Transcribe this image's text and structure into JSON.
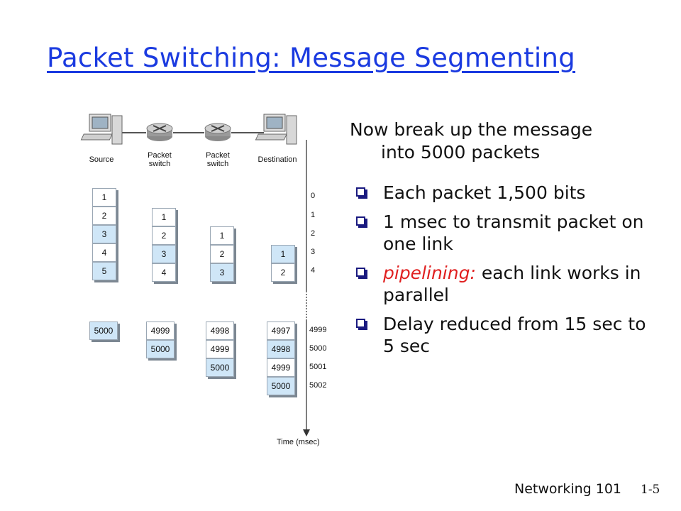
{
  "slide": {
    "title": "Packet Switching: Message Segmenting",
    "intro_line1": "Now break up the message",
    "intro_line2": "into 5000 packets",
    "bullets": [
      "Each packet 1,500 bits",
      "1 msec to transmit packet on one link",
      "each link works in parallel",
      "Delay reduced from 15 sec to 5 sec"
    ],
    "bullet3_emphasis": "pipelining:",
    "footer": "Networking 101",
    "slide_number": "1-5",
    "colors": {
      "title": "#1a3ae0",
      "emphasis": "#e02020",
      "packet_blue": "#cfe6f7"
    }
  },
  "diagram": {
    "nodes": [
      {
        "label": "Source",
        "icon": "computer-icon"
      },
      {
        "label": "Packet\nswitch",
        "icon": "router-icon"
      },
      {
        "label": "Packet\nswitch",
        "icon": "router-icon"
      },
      {
        "label": "Destination",
        "icon": "computer-icon"
      }
    ],
    "time_ticks_top": [
      "0",
      "1",
      "2",
      "3",
      "4"
    ],
    "time_ticks_bottom": [
      "4999",
      "5000",
      "5001",
      "5002"
    ],
    "time_label": "Time (msec)",
    "columns_top": [
      [
        "1",
        "2",
        "3",
        "4",
        "5"
      ],
      [
        "1",
        "2",
        "3",
        "4"
      ],
      [
        "1",
        "2",
        "3"
      ],
      [
        "1",
        "2"
      ]
    ],
    "columns_bottom": [
      [
        "5000"
      ],
      [
        "4999",
        "5000"
      ],
      [
        "4998",
        "4999",
        "5000"
      ],
      [
        "4997",
        "4998",
        "4999",
        "5000"
      ]
    ]
  }
}
